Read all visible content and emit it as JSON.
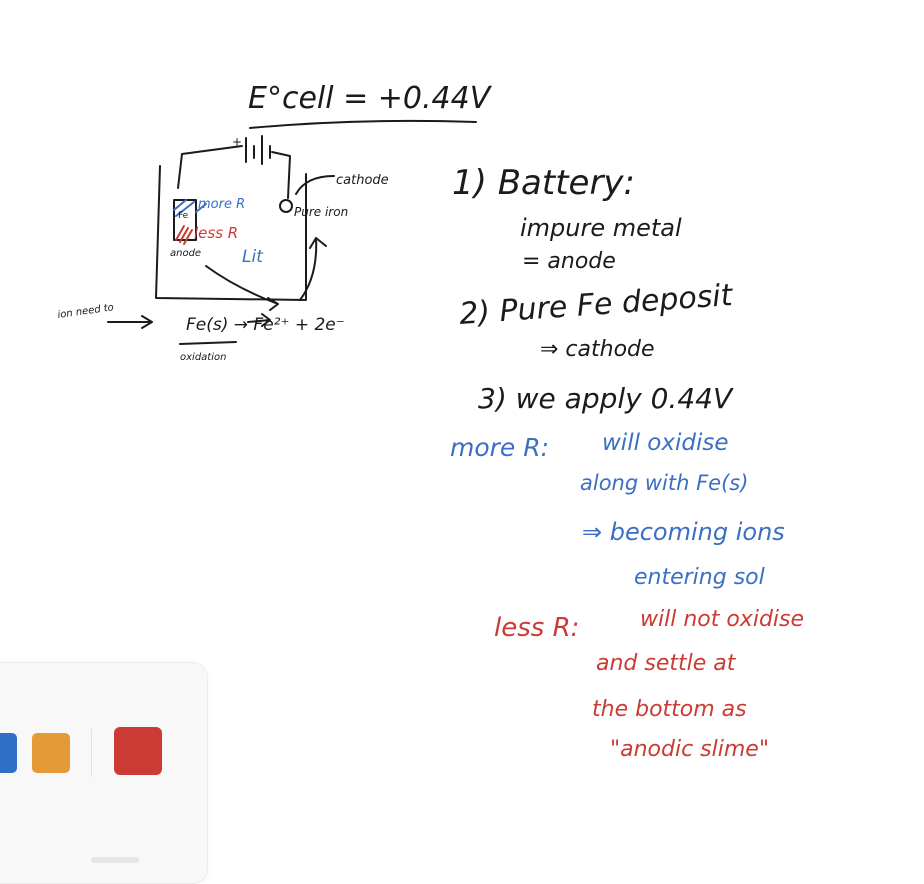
{
  "colors": {
    "black": "#1b1b1b",
    "blue": "#3a6fc4",
    "red": "#cc3b33",
    "orange": "#e59a38",
    "palette_blue": "#2f6fc6"
  },
  "diagram": {
    "ecell": "E°cell = +0.44V",
    "plus": "+",
    "cathode_label": "cathode",
    "pure_iron": "Pure iron",
    "more_r": "more R",
    "fe": "Fe",
    "less_r": "less R",
    "anode": "anode",
    "lit": "Lit",
    "ion_need_to": "ion need to",
    "equation": "Fe(s) → Fe²⁺ + 2e⁻",
    "oxidation": "oxidation"
  },
  "notes": {
    "n1": "1) Battery:",
    "n1a": "impure metal",
    "n1b": "= anode",
    "n2": "2) Pure Fe deposit",
    "n2a": "⇒ cathode",
    "n3": "3) we apply 0.44V",
    "more_r": "more R:",
    "more_1": "will oxidise",
    "more_2": "along with Fe(s)",
    "more_3": "⇒ becoming ions",
    "more_4": "entering sol",
    "less_r": "less R:",
    "less_1": "will not oxidise",
    "less_2": "and settle at",
    "less_3": "the bottom as",
    "less_4": "\"anodic slime\""
  },
  "palette": {
    "swatches": [
      "blue",
      "orange",
      "red"
    ],
    "selected": "red"
  }
}
